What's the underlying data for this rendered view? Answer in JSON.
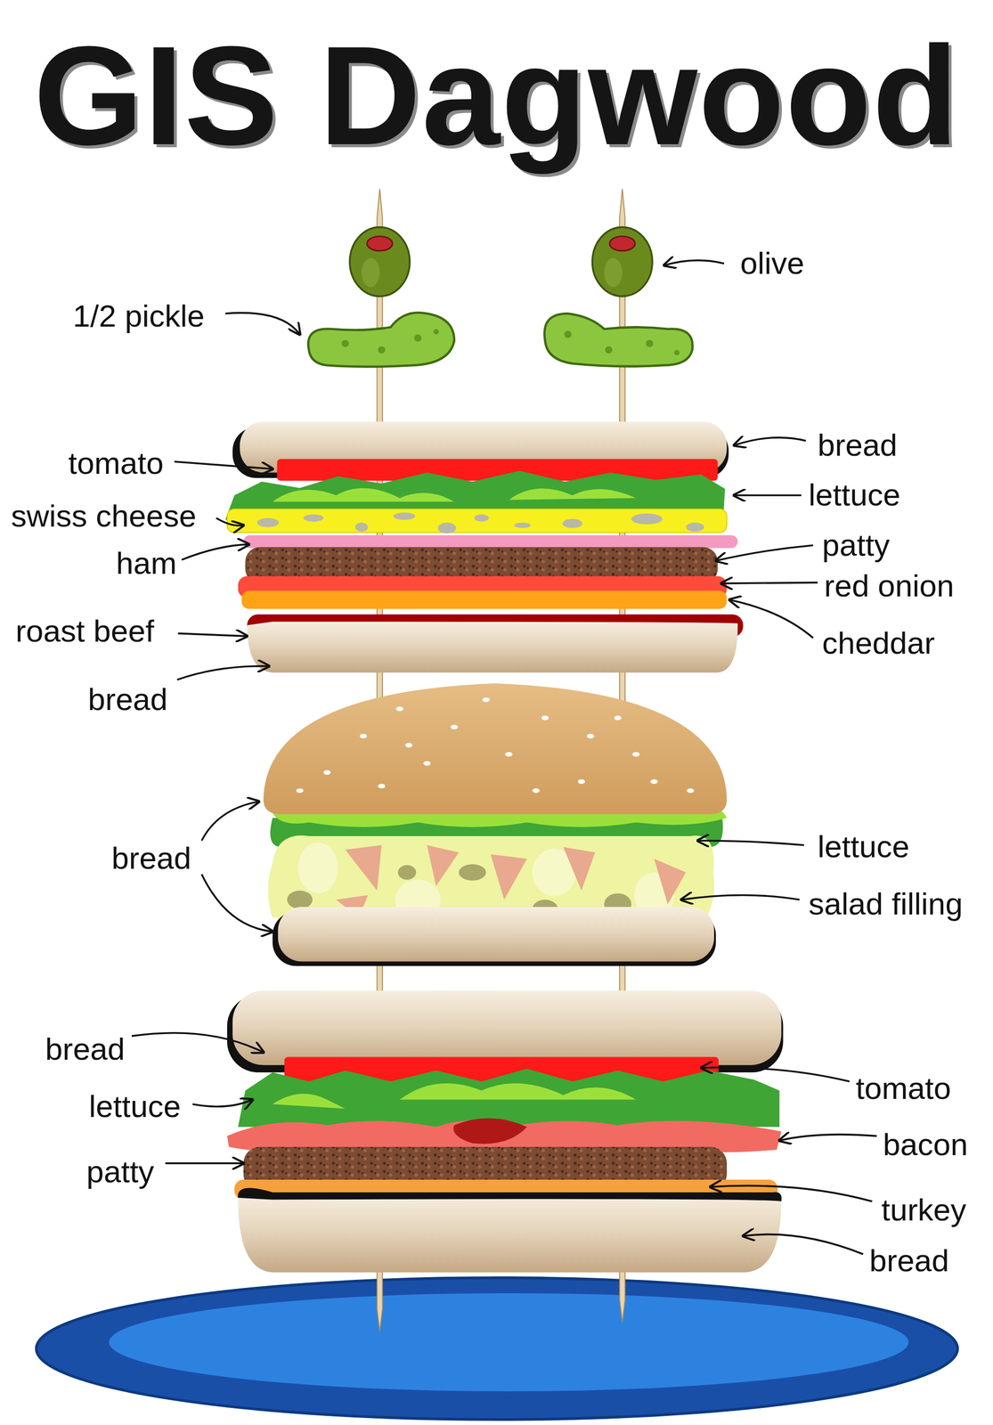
{
  "diagram": {
    "title": "GIS Dagwood",
    "labels": [
      "olive",
      "1/2 pickle",
      "bread",
      "tomato",
      "lettuce",
      "swiss cheese",
      "patty",
      "ham",
      "red onion",
      "roast beef",
      "cheddar",
      "bread",
      "bread",
      "lettuce",
      "salad filling",
      "bread",
      "tomato",
      "lettuce",
      "bacon",
      "patty",
      "turkey",
      "bread"
    ]
  }
}
